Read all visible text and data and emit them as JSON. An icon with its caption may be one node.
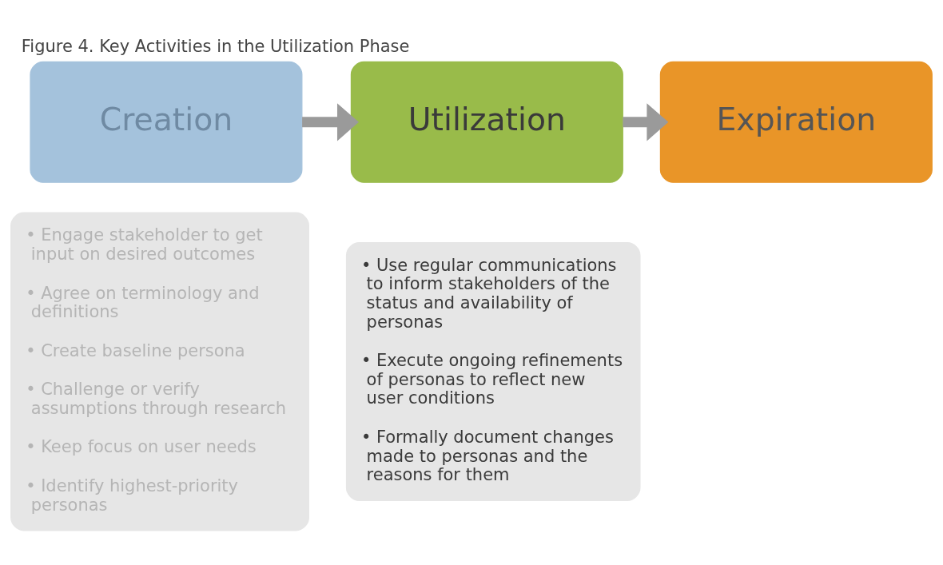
{
  "diagram": {
    "title": "Figure 4. Key Activities in the Utilization Phase",
    "nodes": [
      {
        "text": [
          "Creation"
        ]
      },
      {
        "text": [
          "Utilization"
        ]
      },
      {
        "text": [
          "Expiration"
        ]
      },
      {
        "text": [
          "• Engage stakeholder to get input on desired outcomes",
          "• Agree on terminology and definitions",
          "• Create baseline persona",
          "• Challenge or verify assumptions through research",
          "• Keep focus on user needs",
          "• Identify highest-priority personas"
        ]
      },
      {
        "text": [
          "• Use regular communications to inform stakeholders of the status and availability of personas",
          "• Execute ongoing refinements of personas to reflect new user conditions",
          "• Formally document changes made to personas and the reasons for them"
        ]
      }
    ],
    "edges": [
      {
        "from": 0,
        "to": 1,
        "arrow": "to"
      },
      {
        "from": 1,
        "to": 2,
        "arrow": "to"
      }
    ]
  }
}
